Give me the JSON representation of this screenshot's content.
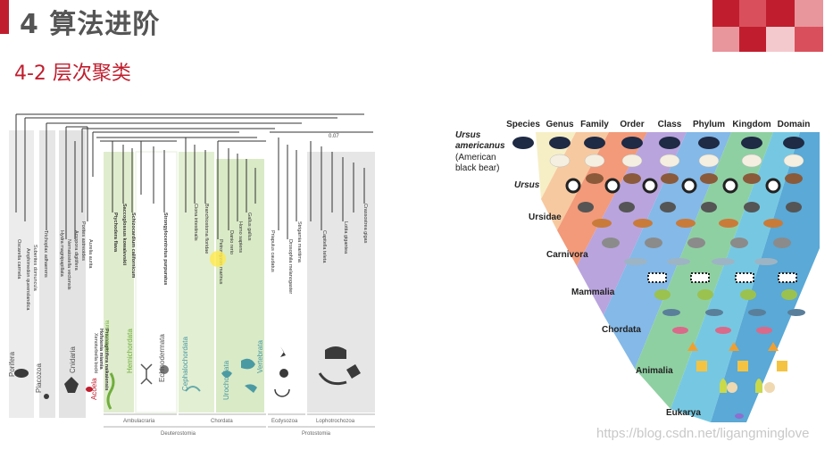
{
  "header": {
    "title": "4 算法进阶",
    "subtitle": "4-2 层次聚类"
  },
  "colors": {
    "accent": "#c01e2e",
    "title_gray": "#555555",
    "deco_tiles": [
      "#c01e2e",
      "#d9505c",
      "#e8959c",
      "#f4c9cd"
    ]
  },
  "watermark": "https://blog.csdn.net/ligangminglove",
  "tree_figure": {
    "scale_label": "0.07",
    "species_labels": [
      "Oscarella carmela",
      "Amphimedon queenslandica",
      "Suberites domuncula",
      "Trichoplax adhaerens",
      "Hydra magnipapillata",
      "Nematostella vectensis",
      "Acropora digitifera",
      "Porites astreoides",
      "Aurelia aurita",
      "Xenoturbella bocki",
      "Hofstenia miamia",
      "Praesagittifera naikaiensis",
      "Ptychodera flava",
      "Saccoglossus kowalevskii",
      "Schizocardium californicum",
      "Strongylocentrotus purpuratus",
      "Ciona intestinalis",
      "Branchiostoma floridae",
      "Petromyzon marinus",
      "Danio rerio",
      "Homo sapiens",
      "Gallus gallus",
      "Priapulus caudatus",
      "Drosophila melanogaster",
      "Strigamia maritima",
      "Capitella teleta",
      "Lottia gigantea",
      "Crassostrea gigas"
    ],
    "group_labels": [
      "Porifera",
      "Placozoa",
      "Cnidaria",
      "Acoela",
      "Ambulacraria",
      "Hemichordata",
      "Echinodermata",
      "Cephalochordata",
      "Urochordata",
      "Vertebrata",
      "Chordata",
      "Ecdysozoa",
      "Lophotrochozoa",
      "Deuterostomia",
      "Protostomia"
    ]
  },
  "taxonomy_figure": {
    "rank_headers": [
      "Species",
      "Genus",
      "Family",
      "Order",
      "Class",
      "Phylum",
      "Kingdom",
      "Domain"
    ],
    "example_species": "Ursus americanus (American black bear)",
    "rank_labels": [
      "Ursus",
      "Ursidae",
      "Carnivora",
      "Mammalia",
      "Chordata",
      "Animalia",
      "Eukarya"
    ],
    "band_colors": [
      "#f6efc6",
      "#f7c9a0",
      "#f29a79",
      "#b9a4dd",
      "#84b9e8",
      "#8fd0a2",
      "#76c8e2",
      "#5aa9d6"
    ]
  }
}
